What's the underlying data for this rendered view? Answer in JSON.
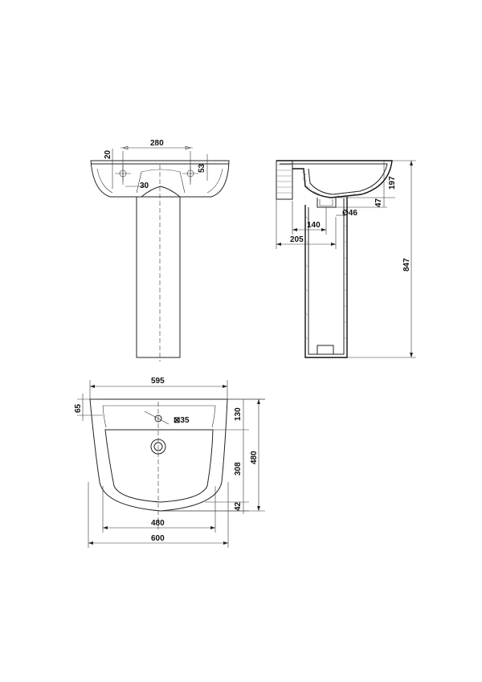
{
  "front_view": {
    "dims": {
      "tap_spacing": "280",
      "tap_hole_offset": "20",
      "tap_hole_height": "53",
      "rim_detail": "30"
    }
  },
  "side_view": {
    "dims": {
      "total_height": "847",
      "bowl_depth": "197",
      "overflow_height": "47",
      "waste_diameter": "Ø46",
      "waste_offset": "140",
      "projection_to_waste": "205"
    }
  },
  "top_view": {
    "dims": {
      "outer_width": "595",
      "front_edge": "65",
      "tap_hole": "35",
      "rim_to_tap": "130",
      "bowl_depth": "308",
      "total_depth": "480",
      "front_rim": "42",
      "inner_width": "480",
      "overall_width": "600"
    }
  }
}
